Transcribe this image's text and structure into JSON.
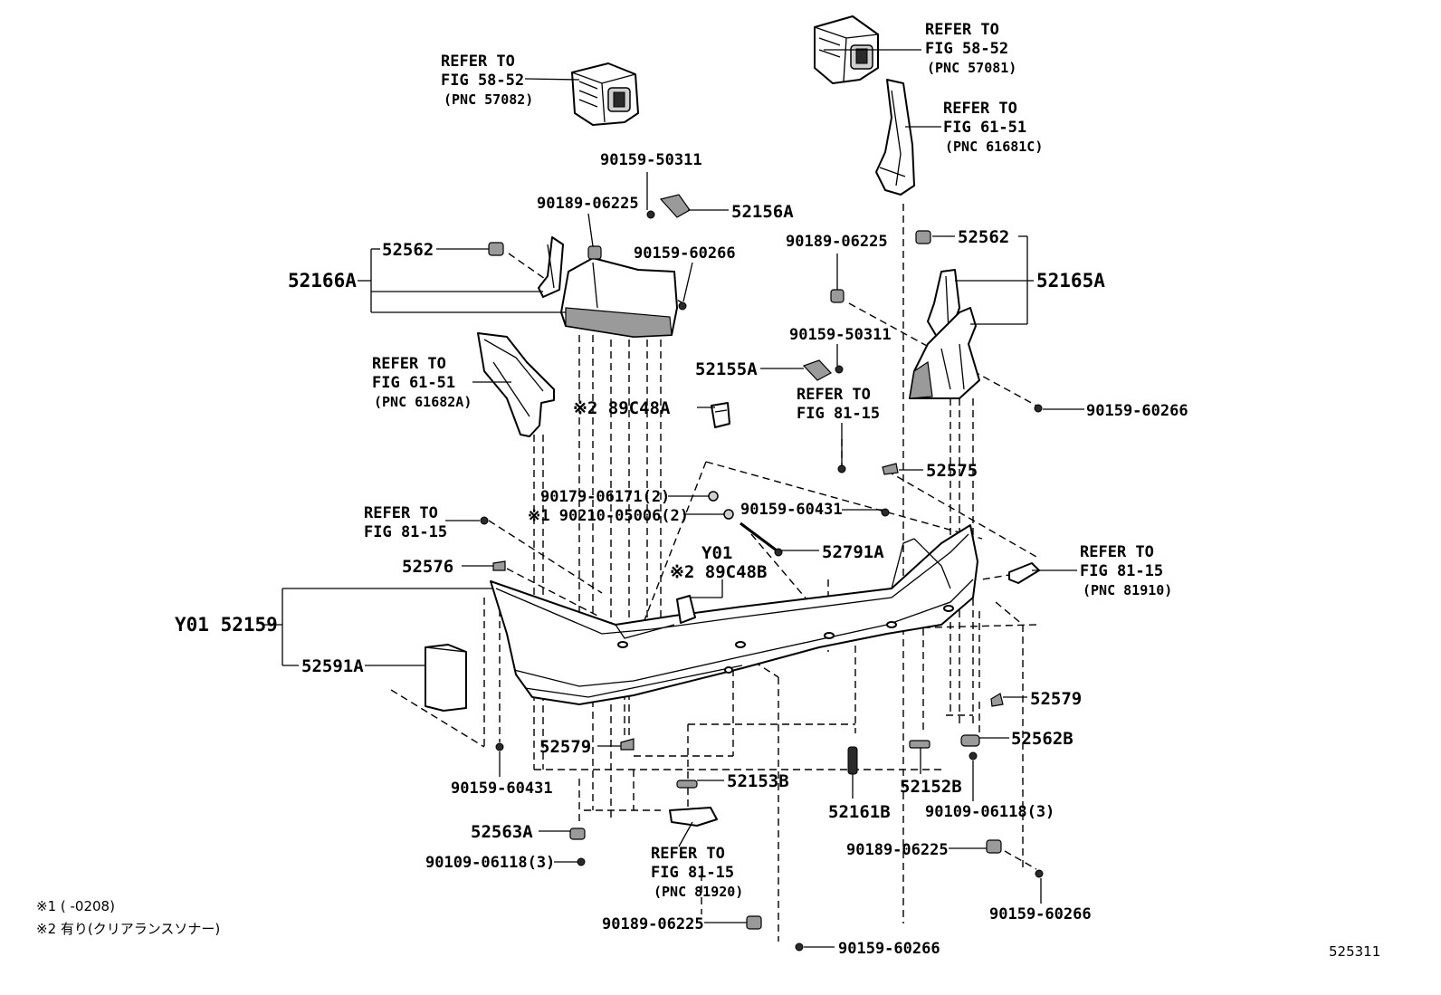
{
  "diagram_id": "525311",
  "labels": {
    "ref_57082": [
      "REFER TO",
      "FIG 58-52",
      "(PNC 57082)"
    ],
    "ref_57081": [
      "REFER TO",
      "FIG 58-52",
      "(PNC 57081)"
    ],
    "ref_61681c": [
      "REFER TO",
      "FIG 61-51",
      "(PNC 61681C)"
    ],
    "ref_61682a": [
      "REFER TO",
      "FIG 61-51",
      "(PNC 61682A)"
    ],
    "ref_8115_center": [
      "REFER TO",
      "FIG 81-15"
    ],
    "ref_8115_left": [
      "REFER TO",
      "FIG 81-15"
    ],
    "ref_81910": [
      "REFER TO",
      "FIG 81-15",
      "(PNC 81910)"
    ],
    "ref_81920": [
      "REFER TO",
      "FIG 81-15",
      "(PNC 81920)"
    ],
    "p_90159_50311_top": "90159-50311",
    "p_90189_06225_top": "90189-06225",
    "p_52156a": "52156A",
    "p_90159_60266_top": "90159-60266",
    "p_52562_left": "52562",
    "p_52166a": "52166A",
    "p_90189_06225_right": "90189-06225",
    "p_52562_right": "52562",
    "p_52165a": "52165A",
    "p_90159_50311_mid": "90159-50311",
    "p_52155a": "52155A",
    "p_89c48a": "※2 89C48A",
    "p_90159_60266_right": "90159-60266",
    "p_52575": "52575",
    "p_90179_06171": "90179-06171(2)",
    "p_90210_05006": "※1 90210-05006(2)",
    "p_90159_60431_mid": "90159-60431",
    "p_52791a": "52791A",
    "p_y01_89c48b_1": "Y01",
    "p_y01_89c48b_2": "※2 89C48B",
    "p_52576": "52576",
    "p_y01_52159": "Y01 52159",
    "p_52591a": "52591A",
    "p_52579_right": "52579",
    "p_52562b": "52562B",
    "p_52579_left": "52579",
    "p_52153b": "52153B",
    "p_90159_60431_bottom": "90159-60431",
    "p_52161b": "52161B",
    "p_52152b": "52152B",
    "p_90109_06118_right": "90109-06118(3)",
    "p_52563a": "52563A",
    "p_90109_06118_left": "90109-06118(3)",
    "p_90189_06225_bottom_right": "90189-06225",
    "p_90159_60266_bottom_right": "90159-60266",
    "p_90189_06225_bottom": "90189-06225",
    "p_90159_60266_bottom": "90159-60266"
  },
  "notes": {
    "note1": "※1 (      -0208)",
    "note2": "※2 有り(クリアランスソナー)"
  }
}
